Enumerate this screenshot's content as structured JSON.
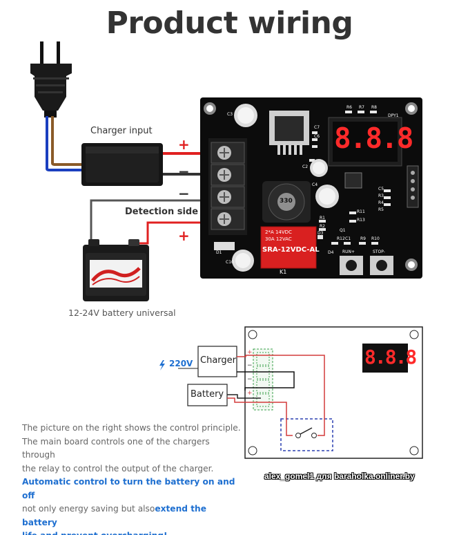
{
  "title": "Product wiring",
  "labels": {
    "charger_input": "Charger input",
    "detection_side": "Detection side",
    "battery_universal": "12-24V battery universal",
    "plus": "+",
    "minus": "−"
  },
  "board": {
    "display": "8.8.8",
    "relay_line1": "2*A 14VDC",
    "relay_line2": "30A 12VAC",
    "relay_model": "SRA-12VDC-AL",
    "relay_ref": "K1",
    "inductor": "330",
    "btn_run": "RUN+",
    "btn_stop": "STOP-",
    "dpy": "DPY1",
    "refs": [
      "C3",
      "R6",
      "R7",
      "R8",
      "C7",
      "C6",
      "C2",
      "C4",
      "C5",
      "R3",
      "R4",
      "R5",
      "R11",
      "R13",
      "Q1",
      "R12",
      "C1",
      "R9",
      "R10",
      "D3",
      "D4",
      "D1",
      "C10",
      "R1",
      "R2"
    ]
  },
  "schematic": {
    "voltage": "220V",
    "charger": "Charger",
    "battery": "Battery",
    "display": "8.8.8"
  },
  "description": {
    "line1": "The picture on the right shows the control principle.",
    "line2": "The main board controls one of the chargers through",
    "line3": "the relay to control the output of the charger.",
    "highlight1": "Automatic control to turn the battery on and off",
    "line4_pre": "not only energy saving but also",
    "highlight2": "extend the battery",
    "line5": "life and prevent overcharging!"
  },
  "watermark": "alex_gomel1 для baraholka.onliner.by",
  "colors": {
    "board": "#0c0c0c",
    "wire_red": "#e02020",
    "wire_blue": "#1a3fbf",
    "wire_brown": "#8a5a28",
    "schem_red": "#d43a3a",
    "schem_green": "#3aa04a",
    "schem_blue": "#2a3fb0",
    "highlight": "#1e6fd0"
  }
}
